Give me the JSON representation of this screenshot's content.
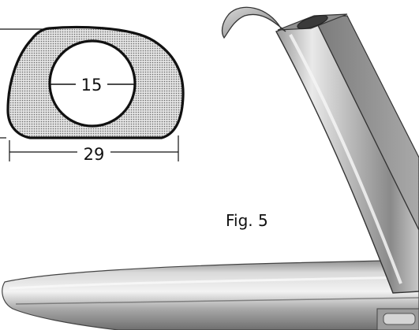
{
  "cross_section": {
    "inner_dimension": "15",
    "outer_dimension": "29"
  },
  "figure": {
    "caption": "Fig. 5"
  },
  "colors": {
    "outline": "#111111",
    "hatch_fill": "#cfcfcf",
    "metal_light": "#e6e6e6",
    "metal_mid": "#b4b4b4",
    "metal_dark": "#6e6e6e"
  }
}
